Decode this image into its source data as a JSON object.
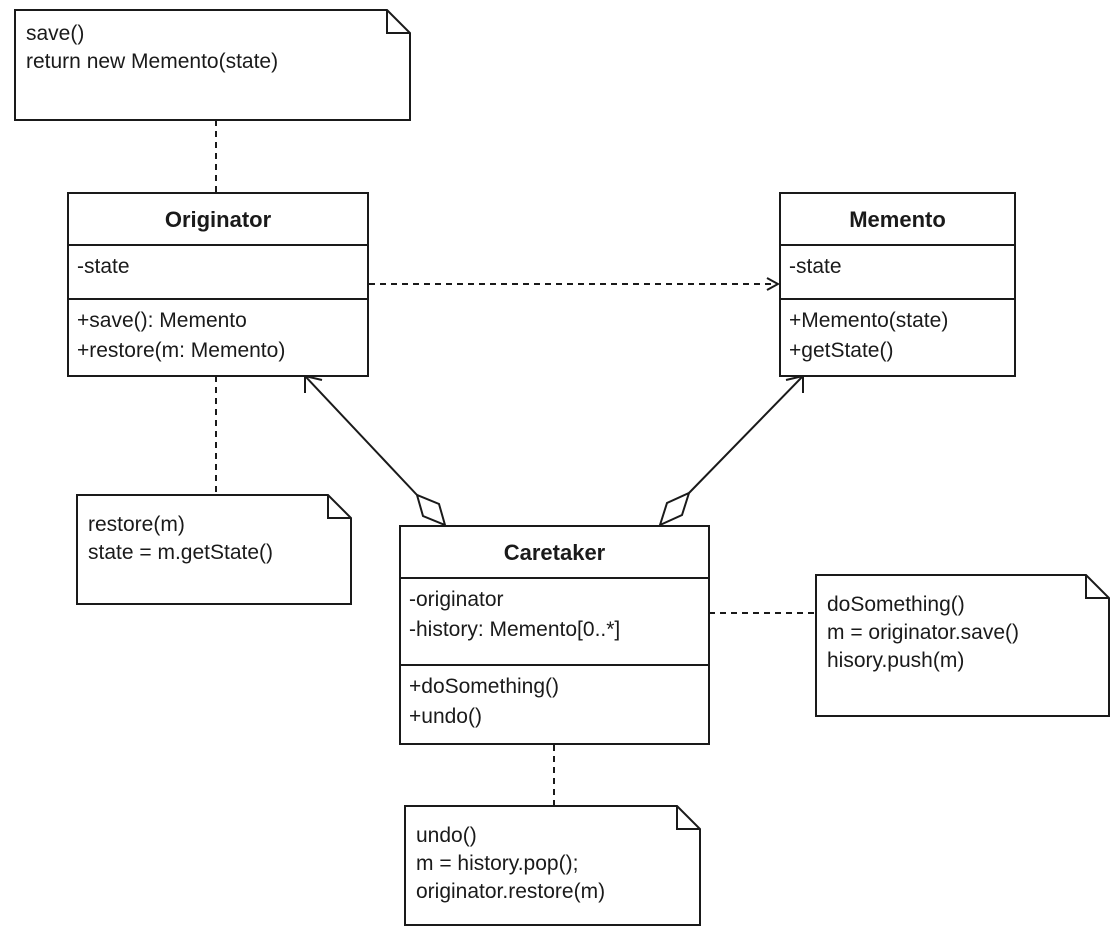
{
  "notes": {
    "save": [
      "save()",
      "return new Memento(state)"
    ],
    "restore": [
      "restore(m)",
      "state = m.getState()"
    ],
    "do_something": [
      "doSomething()",
      "m = originator.save()",
      "hisory.push(m)"
    ],
    "undo": [
      "undo()",
      "m = history.pop();",
      "originator.restore(m)"
    ]
  },
  "classes": {
    "originator": {
      "name": "Originator",
      "attributes": [
        "-state"
      ],
      "operations": [
        "+save(): Memento",
        "+restore(m: Memento)"
      ]
    },
    "memento": {
      "name": "Memento",
      "attributes": [
        "-state"
      ],
      "operations": [
        "+Memento(state)",
        "+getState()"
      ]
    },
    "caretaker": {
      "name": "Caretaker",
      "attributes": [
        "-originator",
        "-history: Memento[0..*]"
      ],
      "operations": [
        "+doSomething()",
        "+undo()"
      ]
    }
  },
  "colors": {
    "stroke": "#1a1a1a",
    "fill": "#ffffff"
  }
}
